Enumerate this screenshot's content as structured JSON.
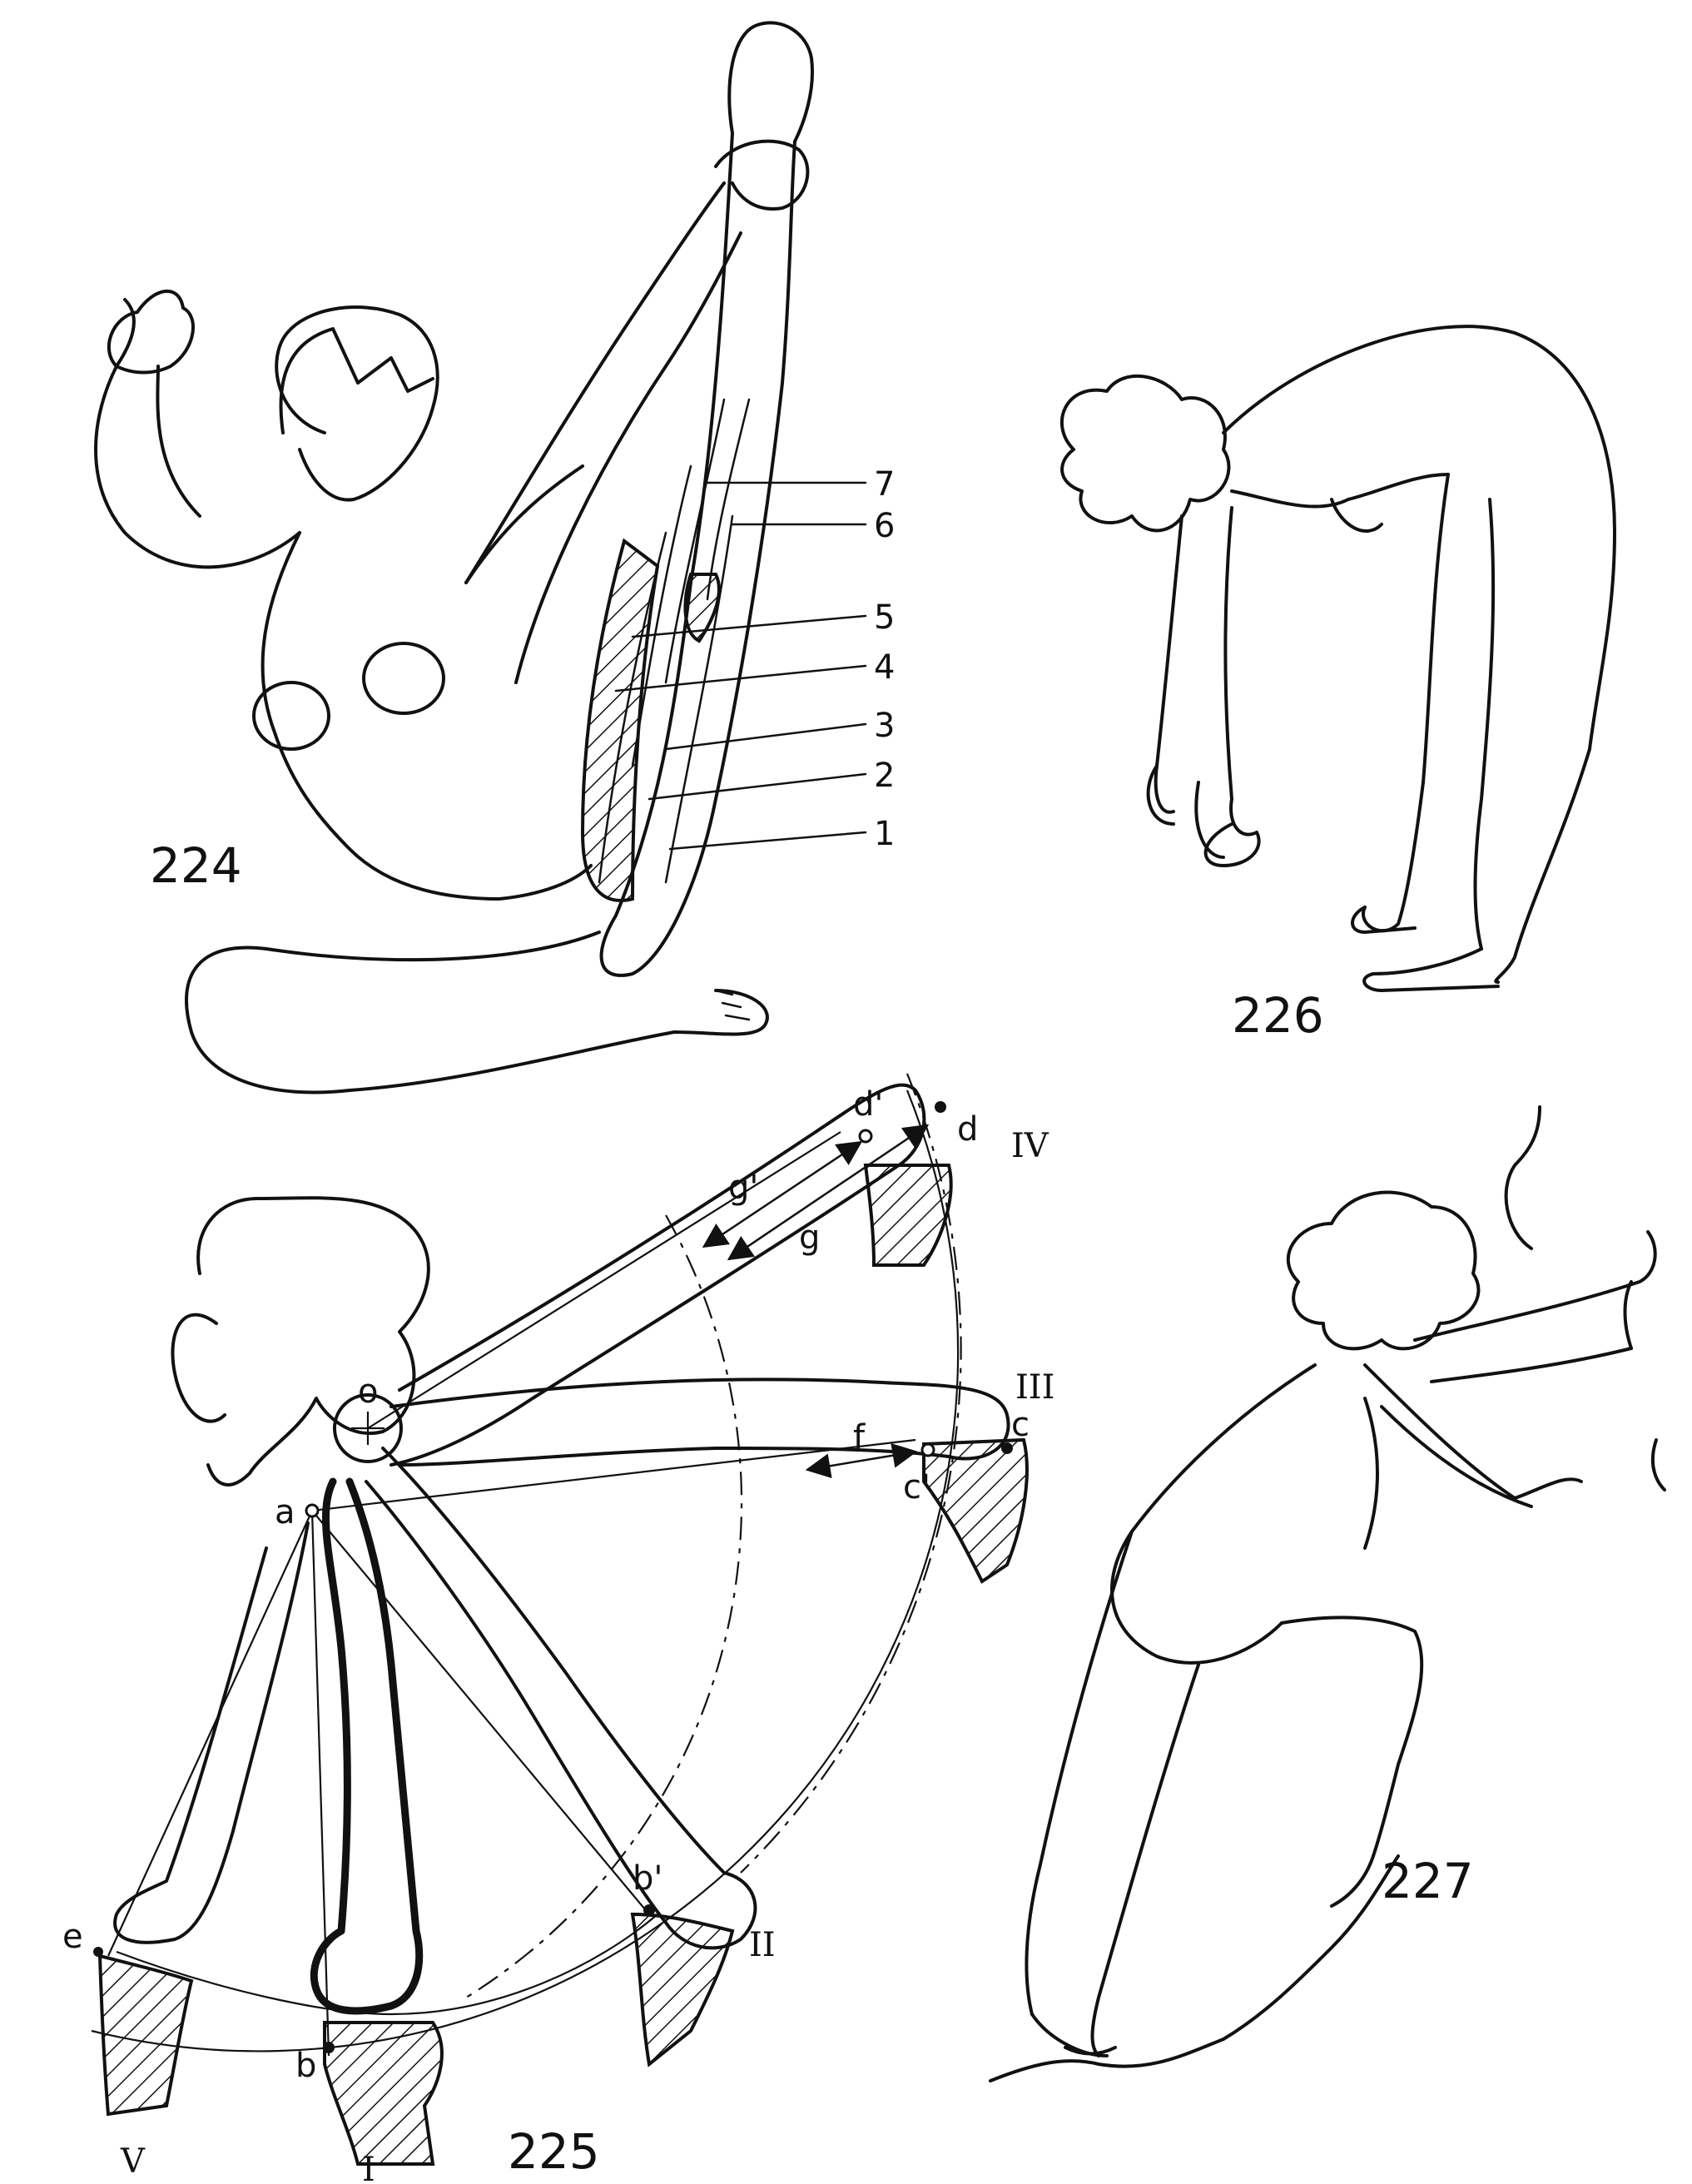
{
  "figures": {
    "fig224": {
      "number": "224",
      "labels": [
        "7",
        "6",
        "5",
        "4",
        "3",
        "2",
        "1"
      ]
    },
    "fig225": {
      "number": "225",
      "point_labels": {
        "o": "o",
        "a": "a",
        "b": "b",
        "b_prime": "b'",
        "c": "c",
        "c_prime": "c'",
        "d": "d",
        "d_prime": "d'",
        "e": "e",
        "f": "f",
        "g": "g",
        "g_prime": "g'"
      },
      "position_labels": {
        "I": "I",
        "II": "II",
        "III": "III",
        "IV": "IV",
        "V": "V"
      }
    },
    "fig226": {
      "number": "226"
    },
    "fig227": {
      "number": "227"
    }
  }
}
